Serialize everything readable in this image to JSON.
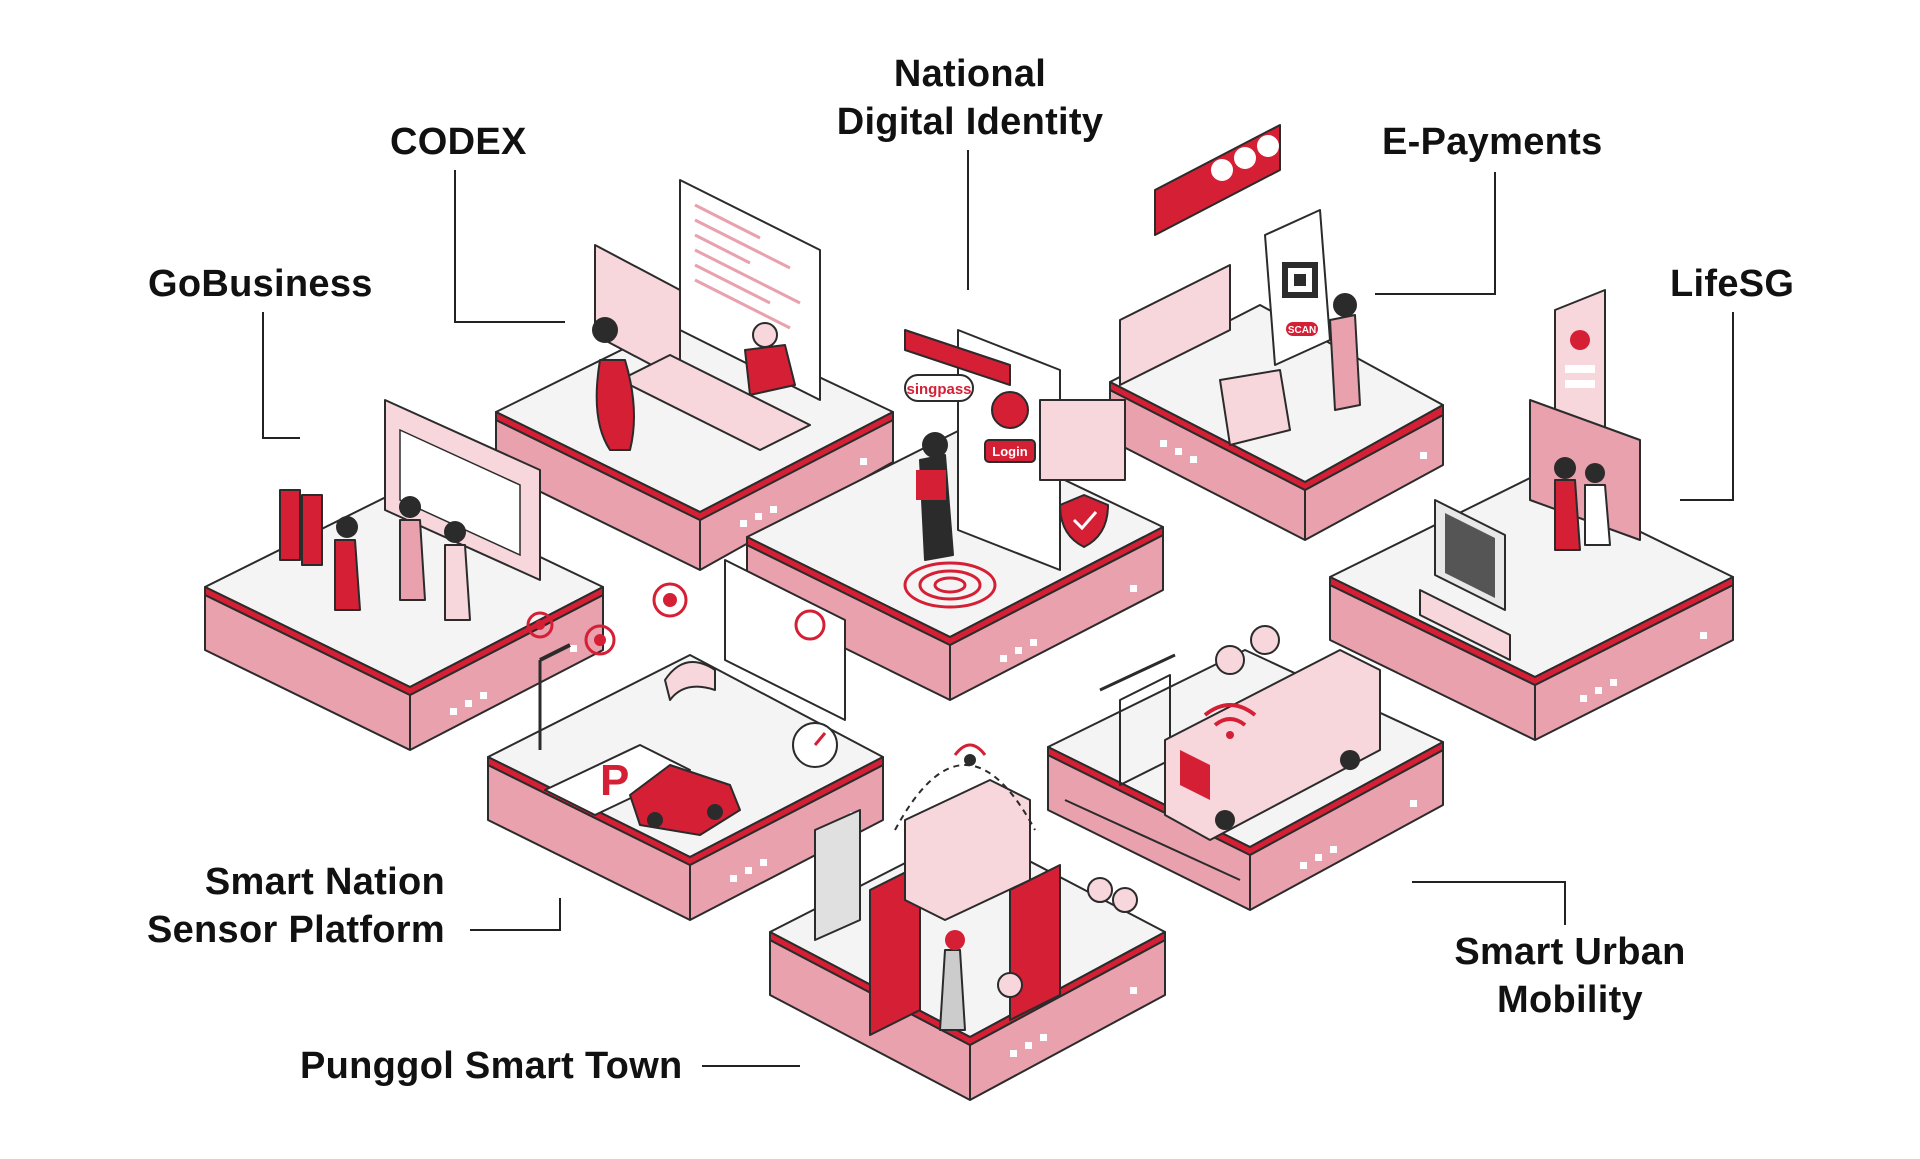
{
  "labels": {
    "gobusiness": "GoBusiness",
    "codex": "CODEX",
    "ndi": "National\nDigital Identity",
    "epayments": "E-Payments",
    "lifesg": "LifeSG",
    "sensor": "Smart Nation\nSensor Platform",
    "punggol": "Punggol Smart Town",
    "mobility": "Smart Urban\nMobility"
  },
  "illustration_text": {
    "singpass": "singpass",
    "login": "Login",
    "scan": "SCAN"
  },
  "colors": {
    "primary_red": "#d51f35",
    "platform_pink": "#e8a1ad",
    "light_pink": "#f7d6dc",
    "platform_top": "#f4f4f4",
    "outline": "#2b2b2b",
    "label_text": "#111111"
  }
}
